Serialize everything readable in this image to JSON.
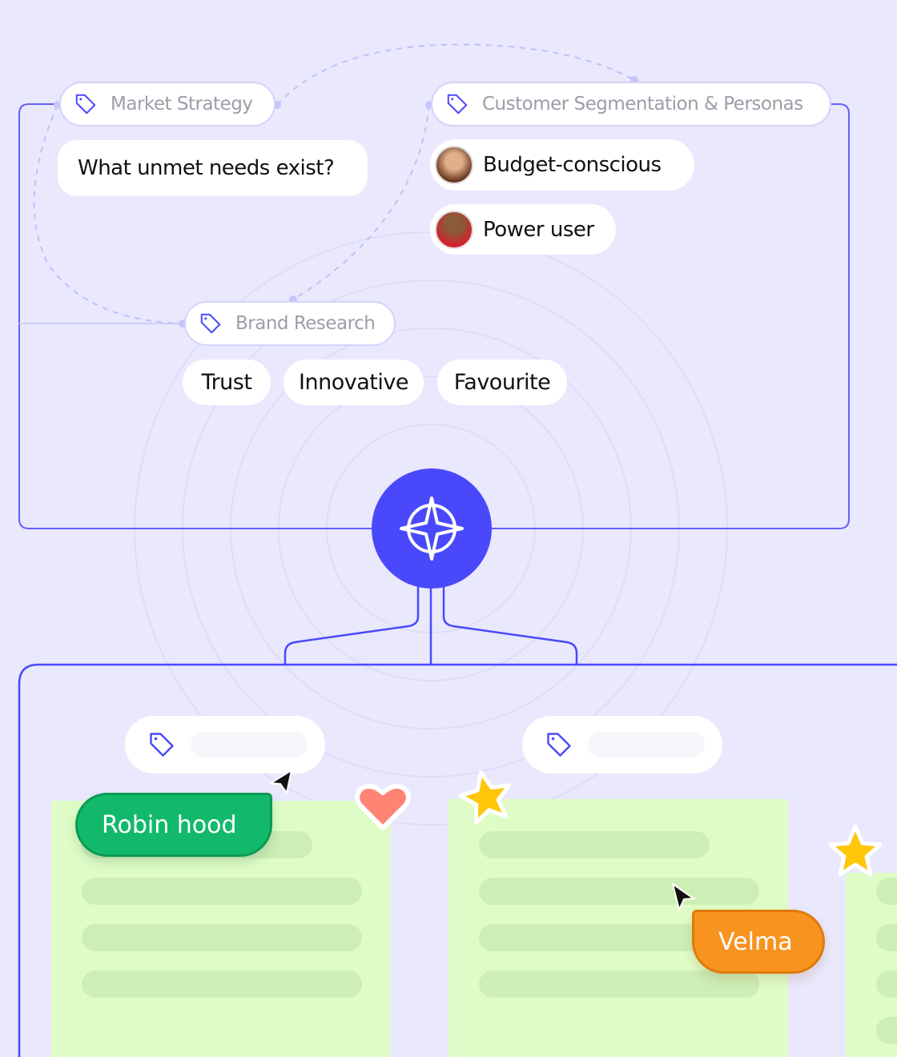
{
  "colors": {
    "accent": "#4949fb",
    "background": "#e9e8fd",
    "card": "#dffcc7",
    "robin": "#13b96a",
    "velma": "#f7931e"
  },
  "top": {
    "market_strategy": {
      "label": "Market Strategy",
      "icon": "tag-icon"
    },
    "question": "What unmet needs exist?",
    "customer_segmentation": {
      "label": "Customer Segmentation & Personas",
      "icon": "tag-icon"
    },
    "personas": [
      {
        "label": "Budget-conscious"
      },
      {
        "label": "Power user"
      }
    ],
    "brand_research": {
      "label": "Brand Research",
      "icon": "tag-icon"
    },
    "brand_tags": [
      "Trust",
      "Innovative",
      "Favourite"
    ]
  },
  "hub": {
    "icon": "compass-icon"
  },
  "bottom": {
    "cursors": [
      {
        "name": "Robin hood"
      },
      {
        "name": "Velma"
      }
    ],
    "reactions": [
      "heart-icon",
      "star-icon",
      "star-icon"
    ]
  }
}
